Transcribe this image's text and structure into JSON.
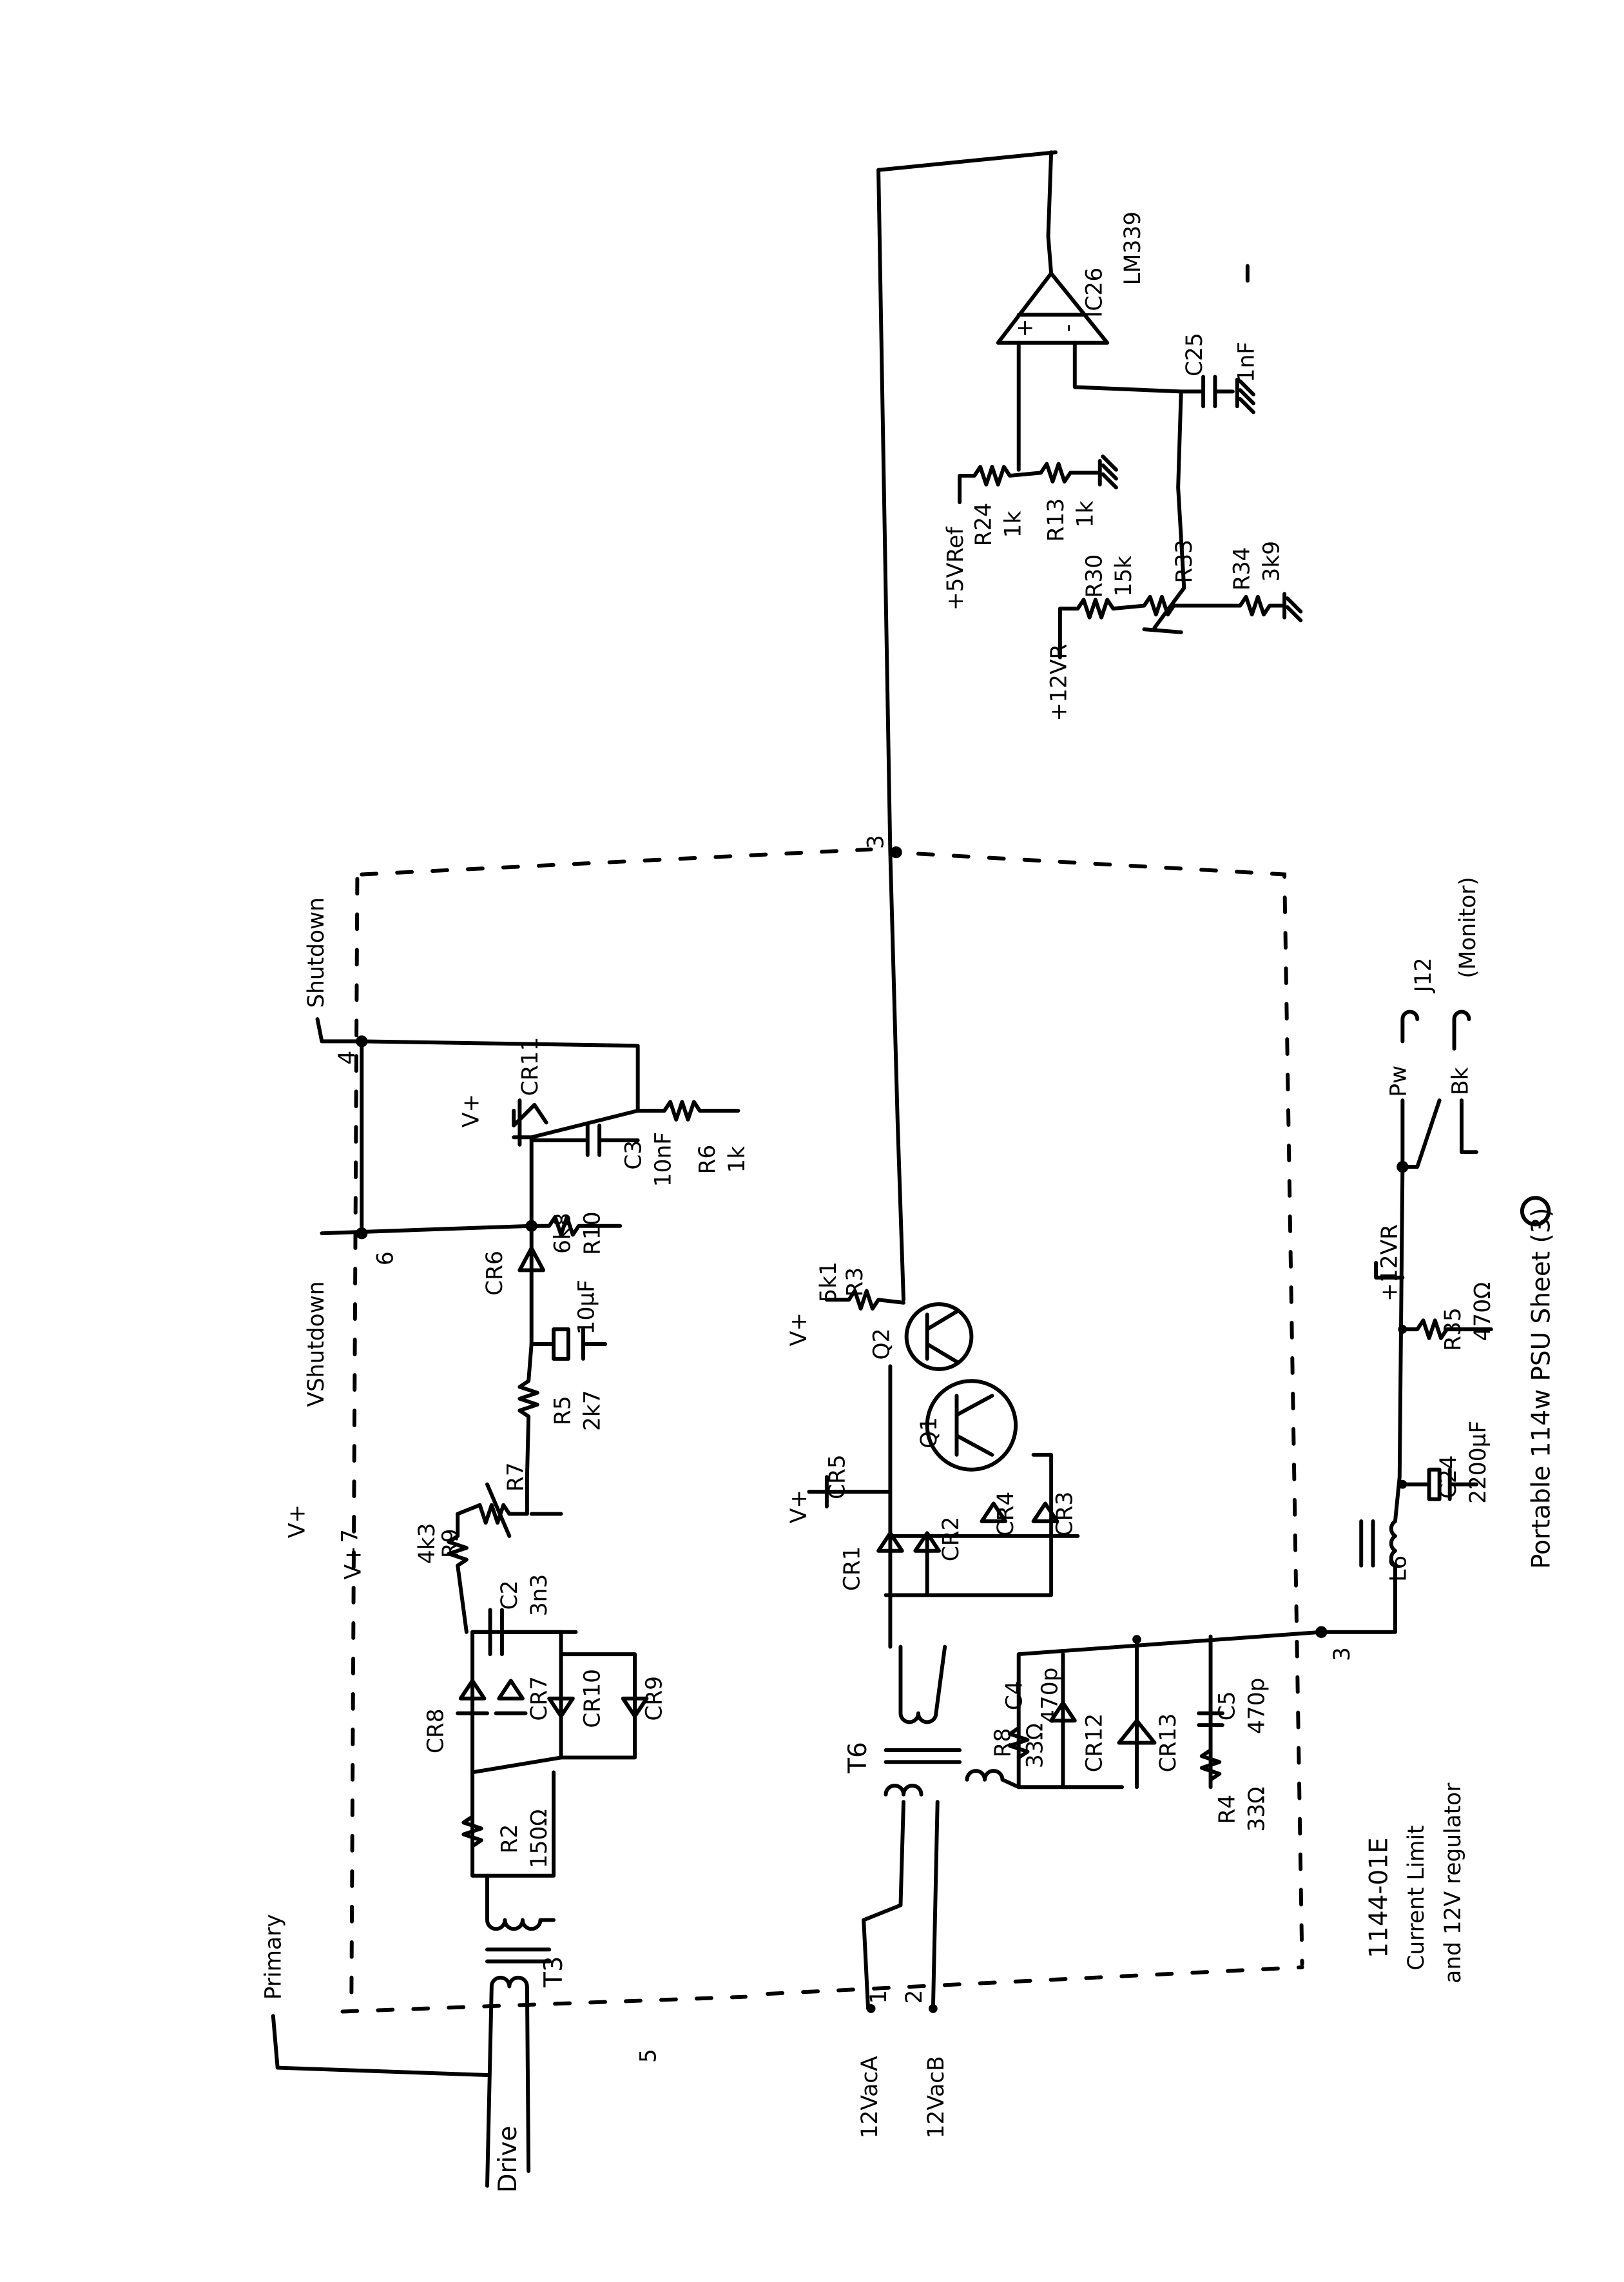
{
  "sheet": {
    "title": "Portable 114w PSU Sheet (3)",
    "block_id": "1144-01E",
    "block_desc_1": "Current Limit",
    "block_desc_2": "and 12V regulator"
  },
  "comparator": {
    "ref": "IC26",
    "part": "LM339",
    "c25": "C25",
    "c25_val": "1nF",
    "ref_in": "+5VRef",
    "r24": "R24",
    "r24_val": "1k",
    "r13": "R13",
    "r13_val": "1k",
    "r30": "R30",
    "r30_val": "15k",
    "r33": "R33",
    "r34": "R34",
    "r34_val": "3k9",
    "v12": "+12VR",
    "plus": "+",
    "minus": "-"
  },
  "nodes": {
    "n3_top": "3",
    "n4": "4",
    "n6": "6",
    "n7": "7",
    "n5": "5",
    "n1": "1",
    "n2": "2",
    "n3_bot": "3"
  },
  "shutdown": {
    "shutdown": "Shutdown",
    "vshutdown": "VShutdown",
    "cr11": "CR11",
    "vplus": "V+",
    "c3": "C3",
    "c3_val": "10nF",
    "r6": "R6",
    "r6_val": "1k",
    "r10": "R10",
    "r10_val": "6k8",
    "cr6": "CR6",
    "cap_val": "10µF",
    "r5": "R5",
    "r5_val": "2k7",
    "r7": "R7",
    "vplus2": "V+",
    "vplus3": "V+",
    "r9": "R9",
    "r9_val": "4k3",
    "c2": "C2",
    "c2_val": "3n3",
    "cr8": "CR8",
    "cr7": "CR7",
    "cr10": "CR10",
    "cr9": "CR9",
    "r2": "R2",
    "r2_val": "150Ω",
    "t3": "T3",
    "primary": "Primary",
    "drive": "Drive"
  },
  "limit": {
    "vplus_a": "V+",
    "r3": "R3",
    "r3_val": "5k1",
    "q2": "Q2",
    "q1": "Q1",
    "vplus_b": "V+",
    "cr5": "CR5",
    "cr1": "CR1",
    "cr2": "CR2",
    "cr4": "CR4",
    "cr3": "CR3",
    "t6": "T6",
    "r8": "R8",
    "r8_val": "33Ω",
    "c4": "C4",
    "c4_val": "470p",
    "cr12": "CR12",
    "cr13": "CR13",
    "c5": "C5",
    "c5_val": "470p",
    "r4": "R4",
    "r4_val": "33Ω",
    "in_a": "12VacA",
    "in_b": "12VacB"
  },
  "output": {
    "l6": "L6",
    "c24": "C24",
    "c24_val": "2200µF",
    "r35": "R35",
    "r35_val": "470Ω",
    "v12": "+12VR",
    "pw": "Pw",
    "bk": "Bk",
    "j12": "J12",
    "monitor": "(Monitor)"
  }
}
